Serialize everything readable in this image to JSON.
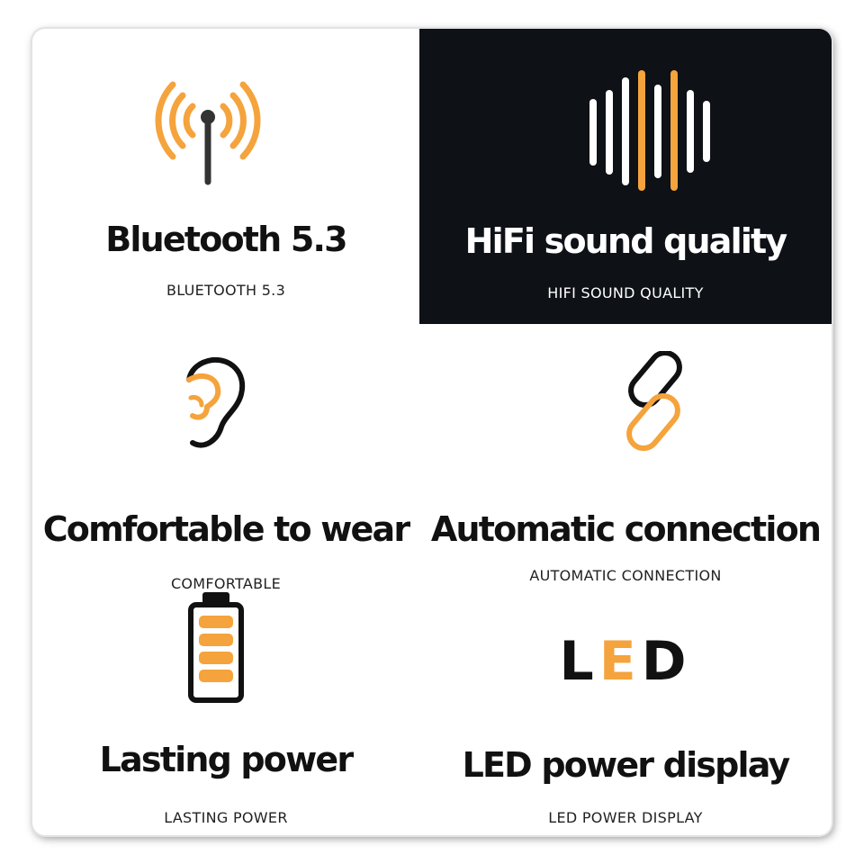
{
  "colors": {
    "accent": "#F5A33C",
    "dark_panel": "#0E1116",
    "text": "#111111",
    "icon_dark": "#333333"
  },
  "features": [
    {
      "title": "Bluetooth 5.3",
      "subtitle": "BLUETOOTH 5.3",
      "icon": "antenna-signal-icon"
    },
    {
      "title": "HiFi sound quality",
      "subtitle": "HIFI SOUND QUALITY",
      "icon": "sound-wave-icon"
    },
    {
      "title": "Comfortable to wear",
      "subtitle": "COMFORTABLE",
      "icon": "ear-icon"
    },
    {
      "title": "Automatic connection",
      "subtitle": "AUTOMATIC CONNECTION",
      "icon": "link-icon"
    },
    {
      "title": "Lasting power",
      "subtitle": "LASTING POWER",
      "icon": "battery-icon"
    },
    {
      "title": "LED power display",
      "subtitle": "LED POWER DISPLAY",
      "icon": "led-icon"
    }
  ],
  "led_icon": {
    "letter_1": "L",
    "letter_2": "E",
    "letter_3": "D"
  }
}
